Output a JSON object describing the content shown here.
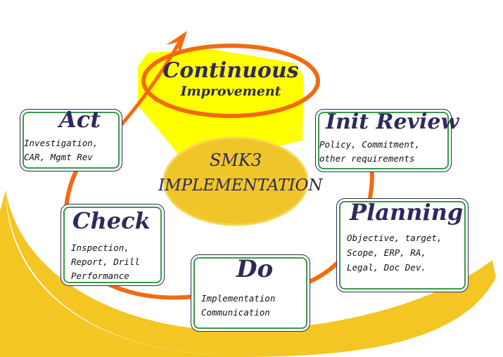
{
  "center": {
    "line1": "SMK3",
    "line2": "IMPLEMENTATION"
  },
  "continuous": {
    "line1": "Continuous",
    "line2": "Improvement"
  },
  "steps": [
    {
      "title": "Act",
      "lines": [
        "Investigation,",
        "CAR, Mgmt Rev"
      ]
    },
    {
      "title": "Init Review",
      "lines": [
        "Policy, Commitment,",
        "other requirements"
      ]
    },
    {
      "title": "Planning",
      "lines": [
        "Objective, target,",
        "Scope, ERP, RA,",
        "Legal, Doc Dev."
      ]
    },
    {
      "title": "Do",
      "lines": [
        "Implementation",
        "Communication"
      ]
    },
    {
      "title": "Check",
      "lines": [
        "Inspection,",
        "Report, Drill",
        "Performance"
      ]
    }
  ],
  "colors": {
    "orange": "#f26b0f",
    "yellow": "#f5c928",
    "highlight": "#ffff00",
    "green": "#3a9a4a",
    "ink": "#2e2a5a"
  }
}
